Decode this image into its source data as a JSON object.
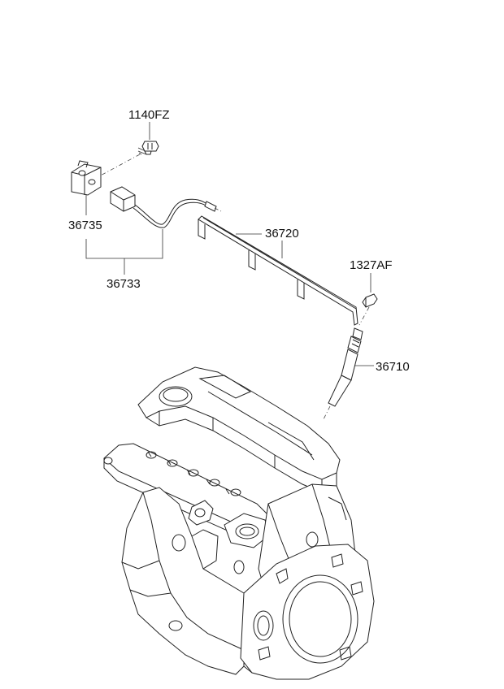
{
  "parts": {
    "bolt": "1140FZ",
    "bracket": "36735",
    "harness": "36733",
    "plate": "36720",
    "nut": "1327AF",
    "glow_plug": "36710"
  }
}
